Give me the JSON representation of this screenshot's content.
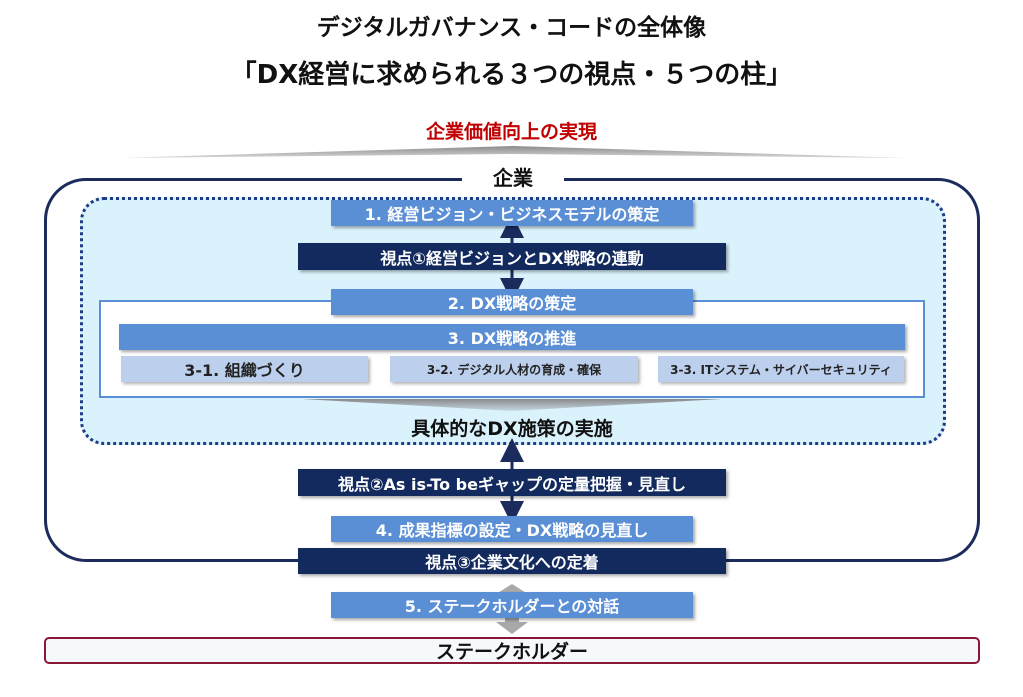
{
  "title_line1": "デジタルガバナンス・コードの全体像",
  "title_line2": "「DX経営に求められる３つの視点・５つの柱」",
  "goal": "企業価値向上の実現",
  "company_label": "企業",
  "pillar1": "1. 経営ビジョン・ビジネスモデルの策定",
  "view1": "視点①経営ビジョンとDX戦略の連動",
  "pillar2": "2. DX戦略の策定",
  "pillar3": "3. DX戦略の推進",
  "sub1": "3-1. 組織づくり",
  "sub2": "3-2. デジタル人材の育成・確保",
  "sub3": "3-3. ITシステム・サイバーセキュリティ",
  "implementation": "具体的なDX施策の実施",
  "view2": "視点②As is-To beギャップの定量把握・見直し",
  "pillar4": "4. 成果指標の設定・DX戦略の見直し",
  "view3": "視点③企業文化への定着",
  "pillar5": "5. ステークホルダーとの対話",
  "stakeholders": "ステークホルダー",
  "colors": {
    "navy": "#132a5e",
    "blue": "#5a8fd5",
    "light_blue": "#daf2fc",
    "red": "#c00000",
    "maroon": "#8b1737"
  }
}
